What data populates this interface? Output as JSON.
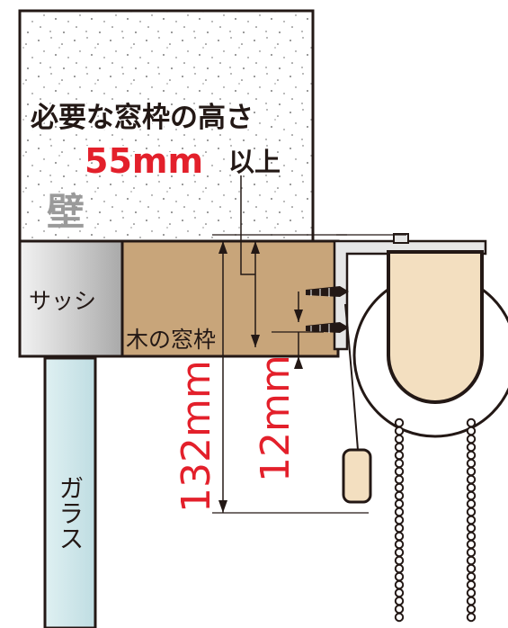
{
  "labels": {
    "required_height_line1": "必要な窓枠の高さ",
    "required_height_value": "55mm",
    "required_height_suffix": "以上",
    "wall": "壁",
    "sash": "サッシ",
    "wood_frame": "木の窓枠",
    "glass": "ガラス",
    "dim_total": "132mm",
    "dim_offset": "12mm"
  },
  "colors": {
    "accent_red": "#e3202b",
    "wall_fill": "#ffffff",
    "wood": "#c8a57a",
    "sash": "#d7d7d7",
    "glass": "#cfe7ea",
    "bracket": "#e6e6e6",
    "roller": "#f3dfc0",
    "text_dark": "#231815",
    "wall_label_gray": "#9a9a9a"
  }
}
